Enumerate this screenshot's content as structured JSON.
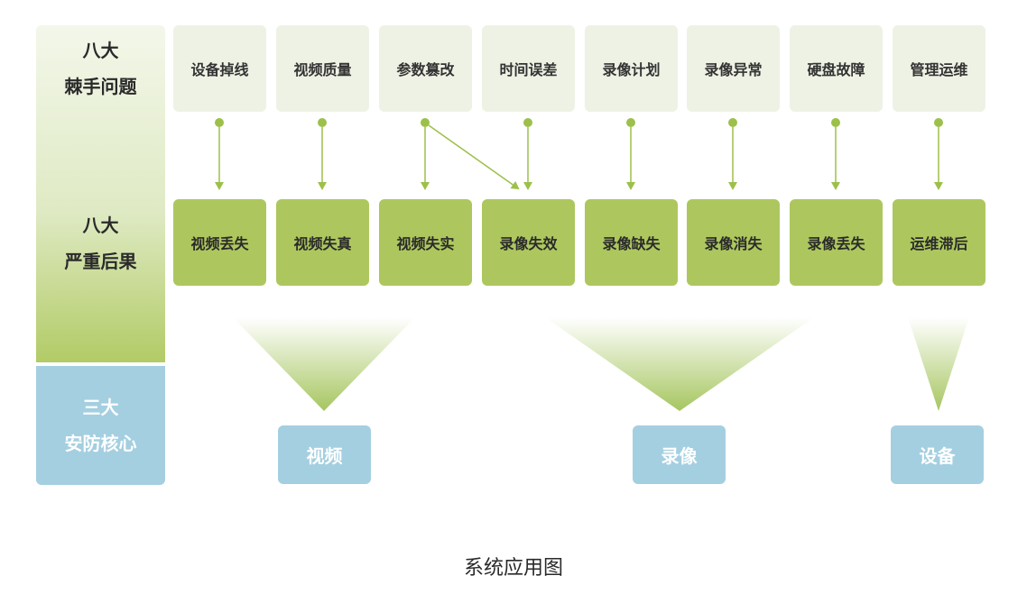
{
  "rows": {
    "problems_label": [
      "八大",
      "棘手问题"
    ],
    "consequences_label": [
      "八大",
      "严重后果"
    ],
    "core_label": [
      "三大",
      "安防核心"
    ]
  },
  "problems": [
    "设备掉线",
    "视频质量",
    "参数篡改",
    "时间误差",
    "录像计划",
    "录像异常",
    "硬盘故障",
    "管理运维"
  ],
  "consequences": [
    "视频丢失",
    "视频失真",
    "视频失实",
    "录像失效",
    "录像缺失",
    "录像消失",
    "录像丢失",
    "运维滞后"
  ],
  "cores": [
    "视频",
    "录像",
    "设备"
  ],
  "caption": "系统应用图",
  "colors": {
    "problem_box": "#eef2e5",
    "consequence_box": "#adc75e",
    "core_box": "#a4cfe0",
    "arrow": "#9cc04a",
    "funnel": "#a6c660"
  }
}
